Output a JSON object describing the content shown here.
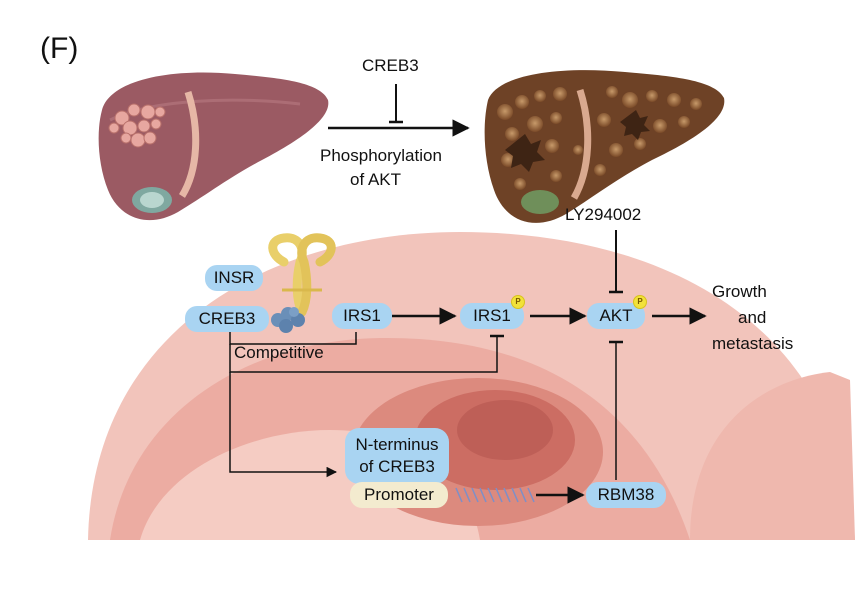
{
  "panel_label": "(F)",
  "top": {
    "inhibitor": "CREB3",
    "process_line1": "Phosphorylation",
    "process_line2": "of  AKT"
  },
  "inhibitor_drug": "LY294002",
  "nodes": {
    "insr": "INSR",
    "creb3": "CREB3",
    "irs1": "IRS1",
    "irs1_p": "IRS1",
    "akt": "AKT",
    "n_terminus_line1": "N-terminus",
    "n_terminus_line2": "of CREB3",
    "promoter": "Promoter",
    "rbm38": "RBM38"
  },
  "phospho_mark": "P",
  "competitive": "Competitive",
  "outcome": {
    "line1": "Growth",
    "line2": "and",
    "line3": "metastasis"
  },
  "colors": {
    "pill": "#a9d4f2",
    "promoter": "#f3ebcf",
    "cell_outer": "#f2c2ba",
    "cell_inner": "#e9a79c",
    "nucleus": "#d8776c",
    "liver_healthy": "#9b5a63",
    "liver_tumor": "#6e4226"
  }
}
